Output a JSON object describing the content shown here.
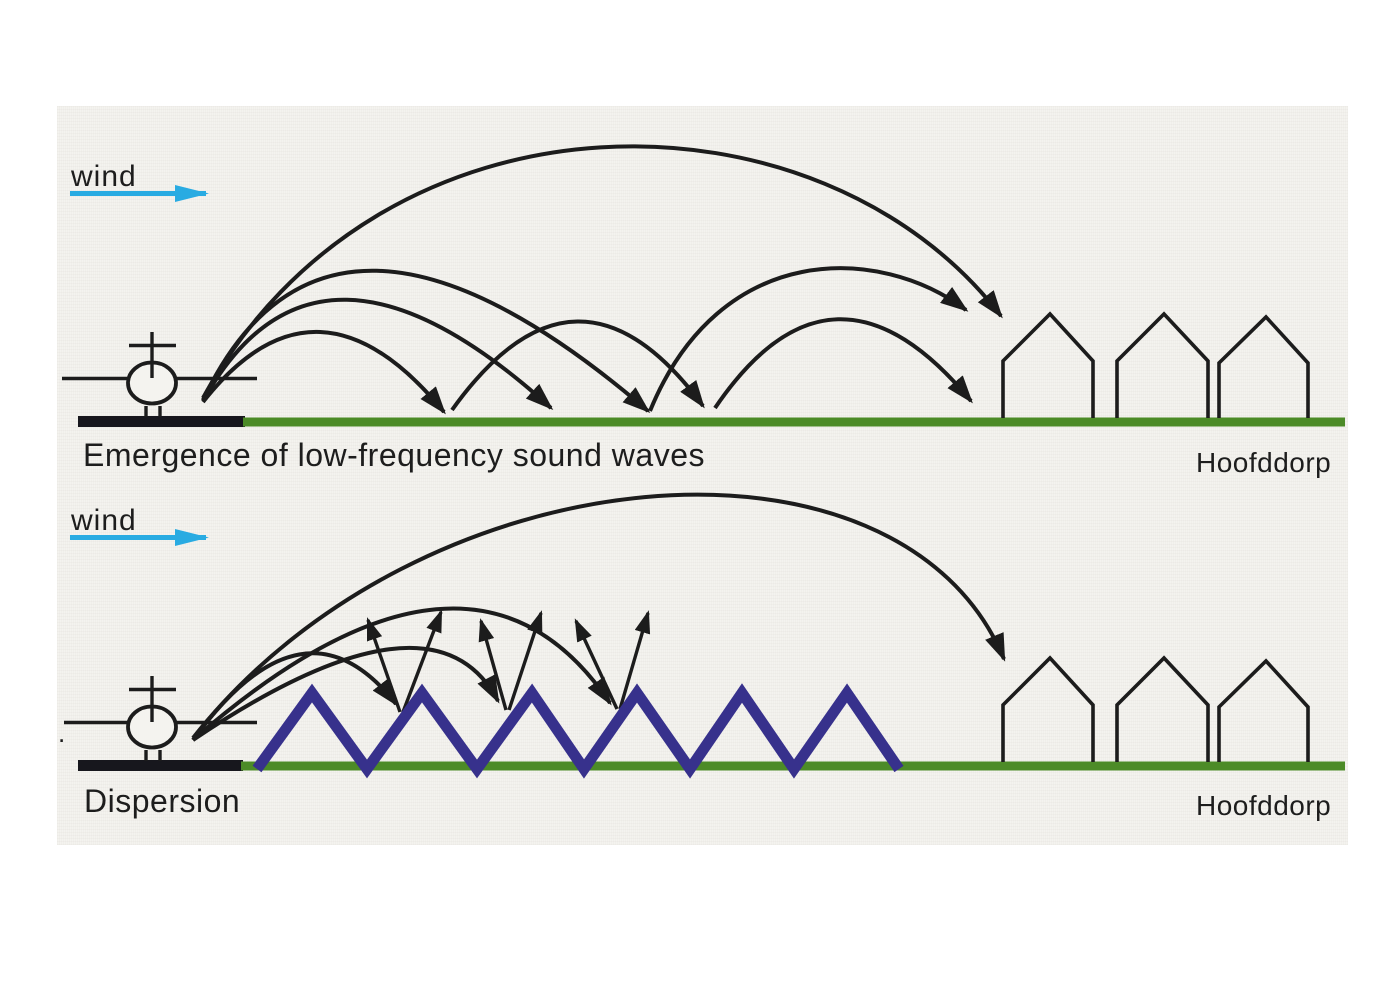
{
  "figure": {
    "panels": [
      {
        "wind_label": "wind",
        "caption": "Emergence of low-frequency sound waves",
        "town_label": "Hoofddorp"
      },
      {
        "wind_label": "wind",
        "caption": "Dispersion",
        "town_label": "Hoofddorp"
      }
    ],
    "stray_mark": ".",
    "colors": {
      "ink": "#1c1c1c",
      "wind_arrow": "#29abe2",
      "ground_grass": "#4c8b27",
      "runway": "#17171d",
      "noise_barrier": "#37318c",
      "canvas": "#f4f3ef"
    }
  }
}
